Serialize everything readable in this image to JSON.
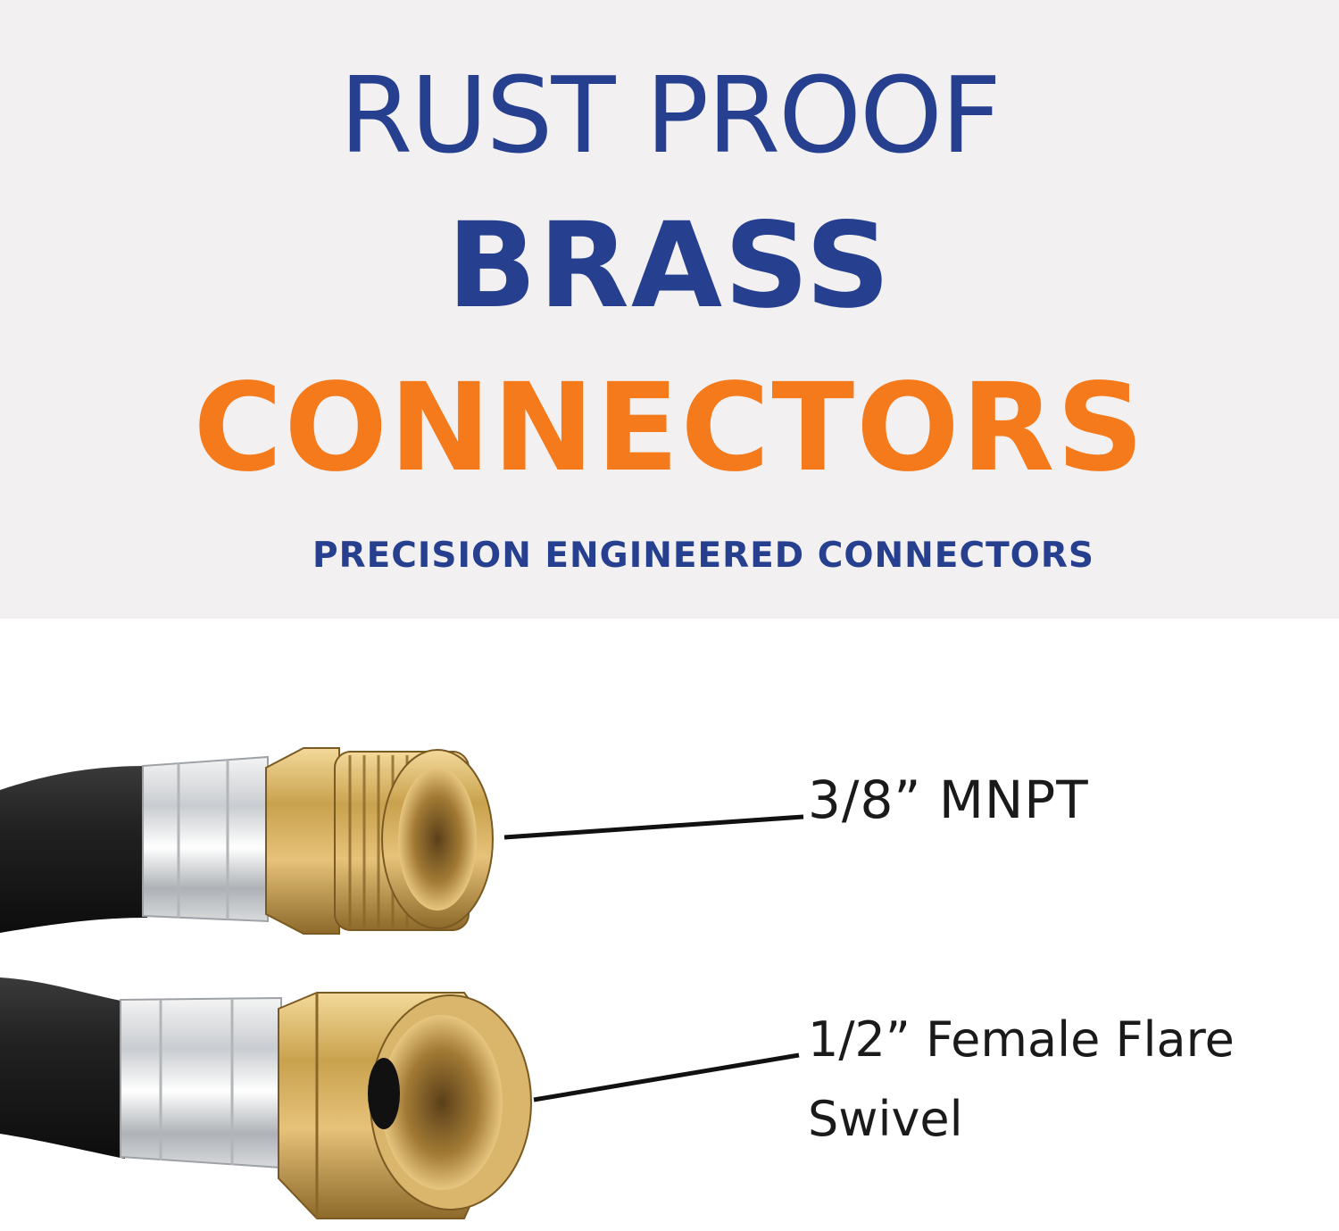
{
  "banner": {
    "line1": "RUST PROOF",
    "line2": "BRASS",
    "line3": "CONNECTORS",
    "subtitle": "PRECISION ENGINEERED CONNECTORS"
  },
  "callouts": {
    "top": "3/8” MNPT",
    "bottom_line1": "1/2” Female Flare",
    "bottom_line2": "Swivel"
  },
  "colors": {
    "navy": "#26408f",
    "orange": "#f47a1b",
    "banner_bg": "#f2f0f1",
    "hose": "#1b1b1b",
    "brass": "#c9a24e"
  },
  "icons": [
    "hose-photo",
    "brass-fitting-male",
    "brass-fitting-female-flare"
  ]
}
